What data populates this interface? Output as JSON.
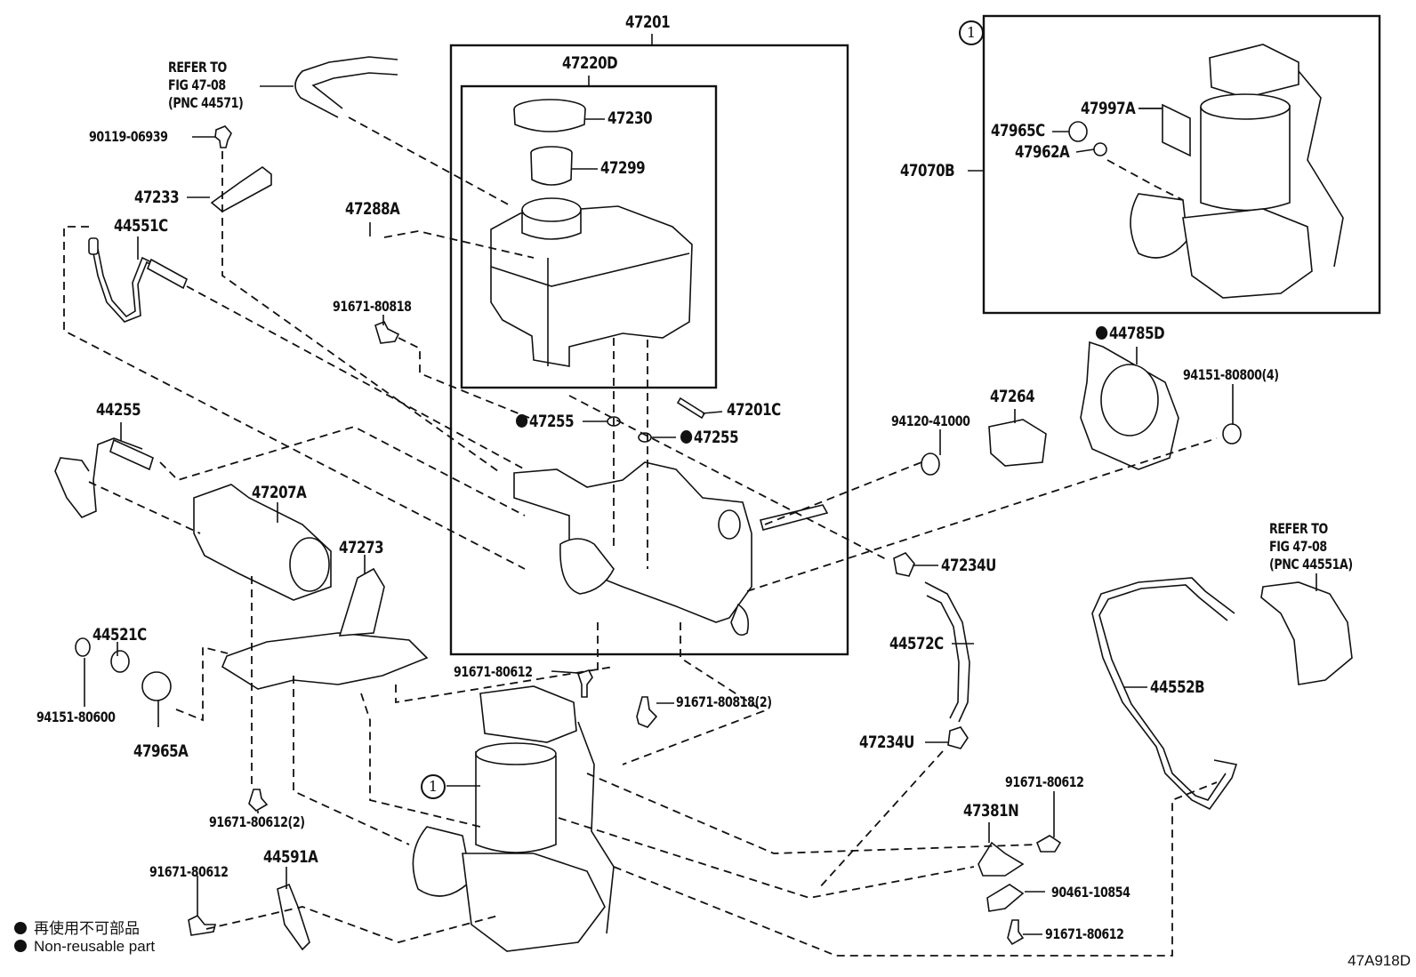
{
  "diagram": {
    "figure_code": "47A918D",
    "legend": {
      "japanese": "再使用不可部品",
      "english": "Non-reusable part"
    },
    "assembly_marker": "1",
    "callouts": {
      "p47201": "47201",
      "p47220D": "47220D",
      "p47230": "47230",
      "p47299": "47299",
      "p47288A": "47288A",
      "p47201C": "47201C",
      "p47255a": "47255",
      "p47255b": "47255",
      "p91671_80818": "91671-80818",
      "p91671_80818x2": "91671-80818(2)",
      "p91671_80612_mid": "91671-80612",
      "ref1": "REFER TO\nFIG 47-08\n(PNC 44571)",
      "p90119_06939": "90119-06939",
      "p47233": "47233",
      "p44551C": "44551C",
      "p44255": "44255",
      "p47207A": "47207A",
      "p47273": "47273",
      "p44521C": "44521C",
      "p94151_80600": "94151-80600",
      "p47965A": "47965A",
      "p91671_80612x2": "91671-80612(2)",
      "p91671_80612_bl": "91671-80612",
      "p44591A": "44591A",
      "p47997A": "47997A",
      "p47965C": "47965C",
      "p47962A": "47962A",
      "p47070B": "47070B",
      "p44785D": "44785D",
      "p94151_80800x4": "94151-80800(4)",
      "p47264": "47264",
      "p94120_41000": "94120-41000",
      "p47234U_a": "47234U",
      "p47234U_b": "47234U",
      "p44572C": "44572C",
      "ref2": "REFER TO\nFIG 47-08\n(PNC 44551A)",
      "p44552B": "44552B",
      "p91671_80612_r1": "91671-80612",
      "p47381N": "47381N",
      "p90461_10854": "90461-10854",
      "p91671_80612_r2": "91671-80612"
    },
    "non_reusable": [
      "47255",
      "47255",
      "44785D"
    ]
  }
}
